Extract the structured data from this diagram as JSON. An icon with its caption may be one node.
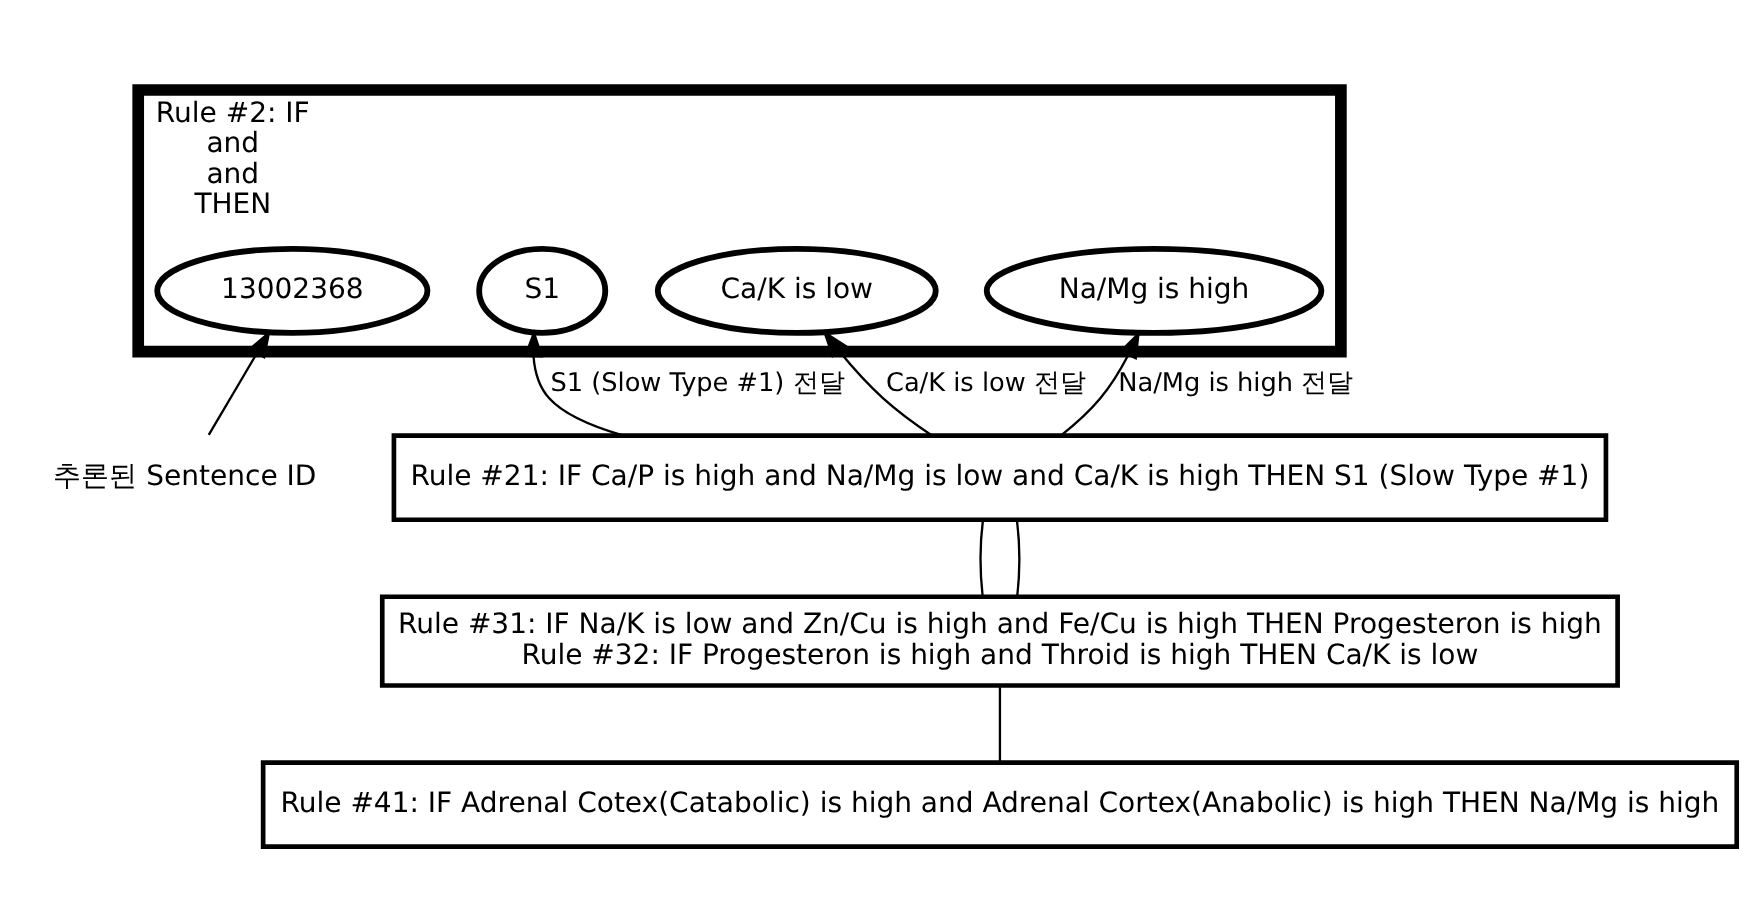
{
  "diagram": {
    "nodes": [
      {
        "text": [
          "Rule #2: IF",
          "and",
          "and",
          "THEN"
        ]
      },
      {
        "text": [
          "S1"
        ],
        "in": 0
      },
      {
        "text": [
          "Ca/K is low"
        ],
        "in": 0
      },
      {
        "text": [
          "Na/Mg is high"
        ],
        "in": 0
      },
      {
        "text": [
          "13002368"
        ],
        "in": 0
      },
      {
        "text": [
          "추론된 Sentence ID"
        ]
      },
      {
        "text": [
          "Rule #21: IF Ca/P is high and Na/Mg is low and Ca/K is high THEN S1 (Slow Type #1)"
        ]
      },
      {
        "text": [
          "Rule #31: IF Na/K is low and Zn/Cu is high and Fe/Cu is high THEN Progesteron is high",
          "Rule #32: IF Progesteron is high and Throid is high THEN Ca/K is low"
        ]
      },
      {
        "text": [
          "Rule #41: IF Adrenal Cotex(Catabolic) is high and Adrenal Cortex(Anabolic) is high THEN Na/Mg is high"
        ]
      }
    ],
    "edges": [
      {
        "from": 6,
        "to": 1,
        "arrow": "to",
        "label": "S1 (Slow Type #1) 전달"
      },
      {
        "from": 6,
        "to": 2,
        "arrow": "to",
        "label": "Ca/K is low 전달"
      },
      {
        "from": 6,
        "to": 3,
        "arrow": "to",
        "label": "Na/Mg is high 전달"
      },
      {
        "from": 5,
        "to": 4,
        "arrow": "to"
      },
      {
        "from": 7,
        "to": 6,
        "arrow": "none"
      },
      {
        "from": 7,
        "to": 6,
        "arrow": "none"
      },
      {
        "from": 8,
        "to": 7,
        "arrow": "none"
      }
    ]
  }
}
